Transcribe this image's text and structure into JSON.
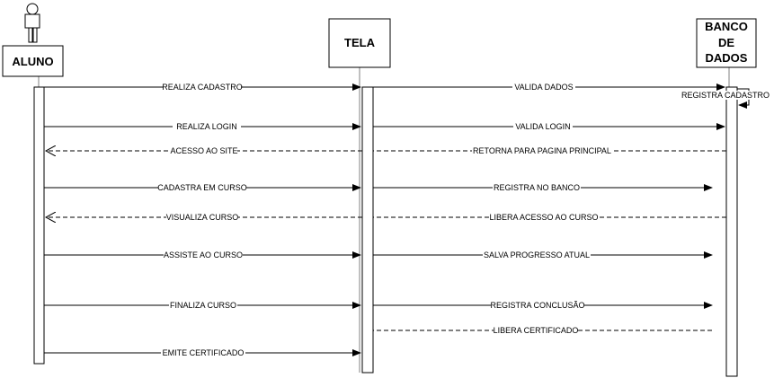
{
  "actors": {
    "aluno": "ALUNO",
    "tela": "TELA",
    "banco": [
      "BANCO",
      "DE",
      "DADOS"
    ]
  },
  "messages": [
    {
      "label": "REALIZA CADASTRO"
    },
    {
      "label": "VALIDA DADOS"
    },
    {
      "label": "REGISTRA CADASTRO"
    },
    {
      "label": "REALIZA LOGIN"
    },
    {
      "label": "VALIDA LOGIN"
    },
    {
      "label": "ACESSO AO SITE"
    },
    {
      "label": "RETORNA PARA PAGINA PRINCIPAL"
    },
    {
      "label": "CADASTRA EM CURSO"
    },
    {
      "label": "REGISTRA NO BANCO"
    },
    {
      "label": "VISUALIZA CURSO"
    },
    {
      "label": "LIBERA ACESSO AO CURSO"
    },
    {
      "label": "ASSISTE AO CURSO"
    },
    {
      "label": "SALVA PROGRESSO ATUAL"
    },
    {
      "label": "FINALIZA CURSO"
    },
    {
      "label": "REGISTRA CONCLUSÃO"
    },
    {
      "label": "LIBERA CERTIFICADO"
    },
    {
      "label": "EMITE CERTIFICADO"
    }
  ]
}
